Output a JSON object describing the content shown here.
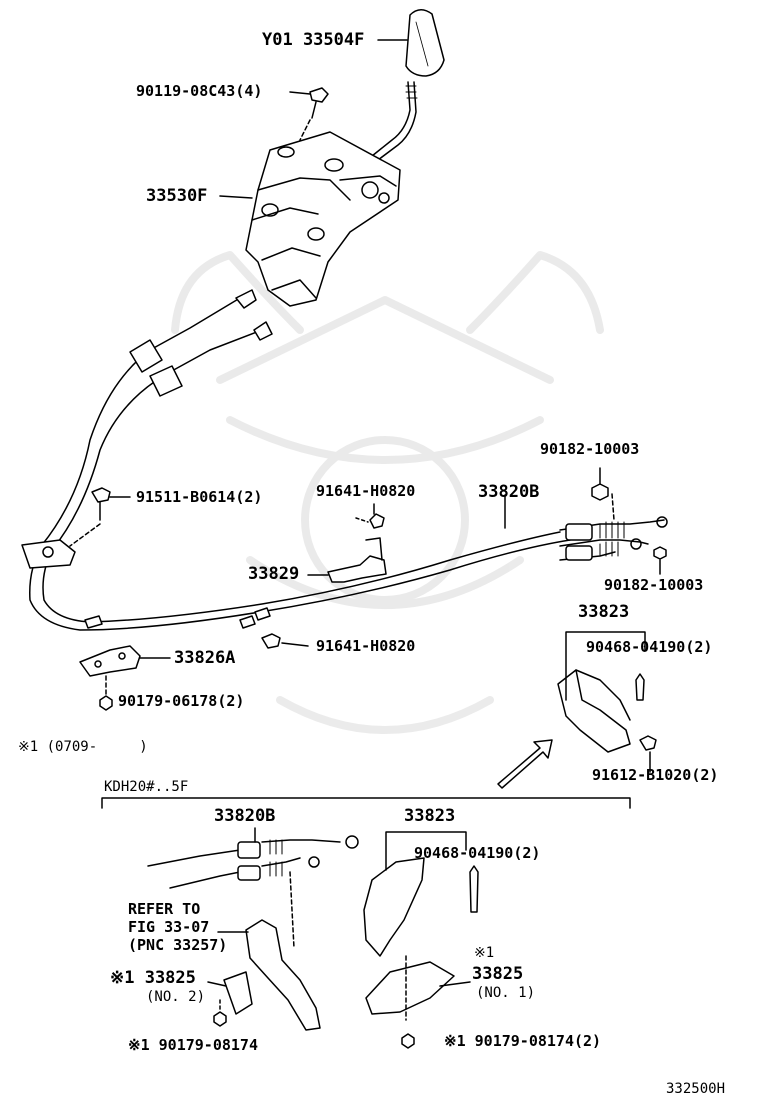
{
  "labels": {
    "knob": "Y01 33504F",
    "knob_bolt": "90119-08C43(4)",
    "shifter": "33530F",
    "bracket_bolt": "91511-B0614(2)",
    "clamp_bolt_top": "91641-H0820",
    "cable": "33820B",
    "cable_nut_top": "90182-10003",
    "clamp": "33829",
    "cable_nut_bot": "90182-10003",
    "bracket_right": "33823",
    "rivet": "90468-04190(2)",
    "clamp_bolt_mid": "91641-H0820",
    "bracket_left": "33826A",
    "bracket_left_bolt": "90179-06178(2)",
    "note1": "※1 (0709-     )",
    "bolt_right": "91612-B1020(2)",
    "model": "KDH20#..5F",
    "cable_2": "33820B",
    "bracket_2": "33823",
    "rivet_2": "90468-04190(2)",
    "refer_1": "REFER TO",
    "refer_2": "FIG 33-07",
    "refer_3": "(PNC 33257)",
    "mark_right": "※1",
    "bracket_no2": "※1 33825",
    "no2": "(NO. 2)",
    "bracket_no1": "33825",
    "no1": "(NO. 1)",
    "bolt_no2": "※1 90179-08174",
    "bolt_no1": "※1 90179-08174(2)",
    "footer_code": "332500H"
  }
}
